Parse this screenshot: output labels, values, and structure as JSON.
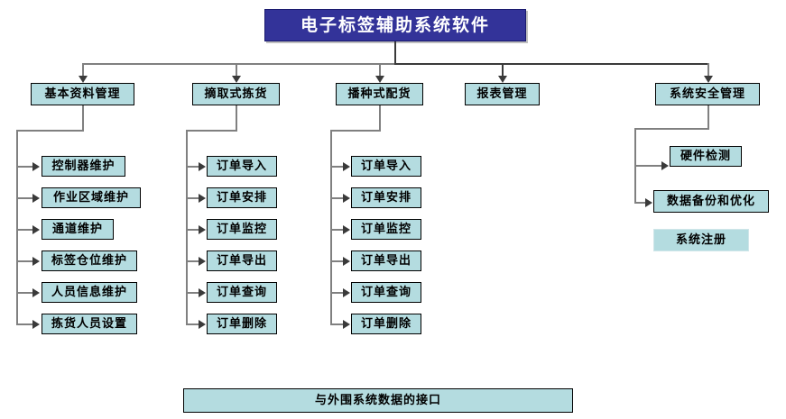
{
  "diagram": {
    "title_box": {
      "label": "电子标签辅助系统软件"
    },
    "footer_box": {
      "label": "与外围系统数据的接口"
    },
    "colors": {
      "title_fill": "#333399",
      "title_text": "#ffffff",
      "box_fill": "#b4dce0",
      "box_border": "#000000",
      "box_text": "#000000",
      "connector": "#808080",
      "arrow": "#3a3a3a",
      "background": "#ffffff"
    },
    "branches": [
      {
        "label": "基本资料管理",
        "children": [
          {
            "label": "控制器维护"
          },
          {
            "label": "作业区域维护"
          },
          {
            "label": "通道维护"
          },
          {
            "label": "标签仓位维护"
          },
          {
            "label": "人员信息维护"
          },
          {
            "label": "拣货人员设置"
          }
        ]
      },
      {
        "label": "摘取式拣货",
        "children": [
          {
            "label": "订单导入"
          },
          {
            "label": "订单安排"
          },
          {
            "label": "订单监控"
          },
          {
            "label": "订单导出"
          },
          {
            "label": "订单查询"
          },
          {
            "label": "订单删除"
          }
        ]
      },
      {
        "label": "播种式配货",
        "children": [
          {
            "label": "订单导入"
          },
          {
            "label": "订单安排"
          },
          {
            "label": "订单监控"
          },
          {
            "label": "订单导出"
          },
          {
            "label": "订单查询"
          },
          {
            "label": "订单删除"
          }
        ]
      },
      {
        "label": "报表管理",
        "children": []
      },
      {
        "label": "系统安全管理",
        "children": [
          {
            "label": "硬件检测"
          },
          {
            "label": "数据备份和优化"
          },
          {
            "label": "系统注册"
          }
        ]
      }
    ]
  }
}
